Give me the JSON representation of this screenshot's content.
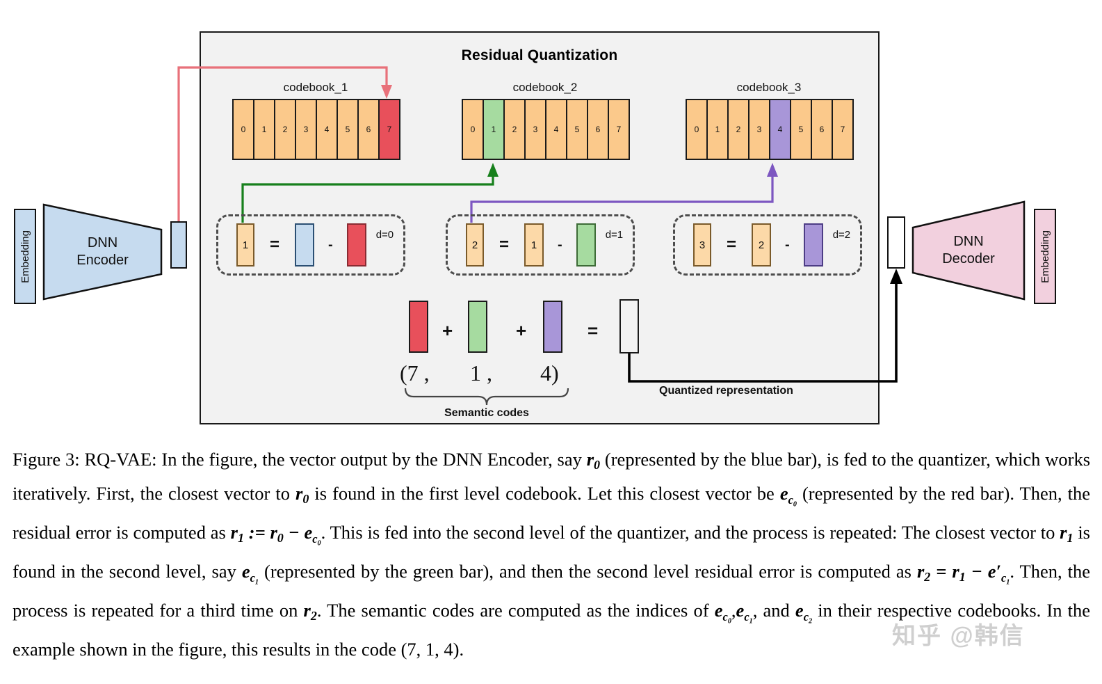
{
  "figure": {
    "panel_title": "Residual Quantization",
    "encoder": {
      "label": "DNN\nEncoder",
      "line1": "DNN",
      "line2": "Encoder",
      "embedding_label": "Embedding"
    },
    "decoder": {
      "label": "DNN\nDecoder",
      "line1": "DNN",
      "line2": "Decoder",
      "embedding_label": "Embedding"
    },
    "codebooks": [
      {
        "name": "codebook_1",
        "cells": [
          "0",
          "1",
          "2",
          "3",
          "4",
          "5",
          "6",
          "7"
        ],
        "selected_index": 7,
        "highlight_color": "#e8505b"
      },
      {
        "name": "codebook_2",
        "cells": [
          "0",
          "1",
          "2",
          "3",
          "4",
          "5",
          "6",
          "7"
        ],
        "selected_index": 1,
        "highlight_color": "#a6dba0"
      },
      {
        "name": "codebook_3",
        "cells": [
          "0",
          "1",
          "2",
          "3",
          "4",
          "5",
          "6",
          "7"
        ],
        "selected_index": 4,
        "highlight_color": "#a896d8"
      }
    ],
    "residual_boxes": [
      {
        "result_label": "1",
        "equals": "=",
        "minuend_label": "",
        "minus": "-",
        "subtrahend_label": "",
        "depth": "d=0",
        "minuend_color": "#c6dbef",
        "subtrahend_color": "#e8505b",
        "result_color": "#fcd9a8"
      },
      {
        "result_label": "2",
        "equals": "=",
        "minuend_label": "1",
        "minus": "-",
        "subtrahend_label": "",
        "depth": "d=1",
        "minuend_color": "#fcd9a8",
        "subtrahend_color": "#a6dba0",
        "result_color": "#fcd9a8"
      },
      {
        "result_label": "3",
        "equals": "=",
        "minuend_label": "2",
        "minus": "-",
        "subtrahend_label": "",
        "depth": "d=2",
        "minuend_color": "#fcd9a8",
        "subtrahend_color": "#a896d8",
        "result_color": "#fcd9a8"
      }
    ],
    "sum_row": {
      "plus1": "+",
      "plus2": "+",
      "equals": "=",
      "bar_colors": [
        "#e8505b",
        "#a6dba0",
        "#a896d8",
        "#f9a council"
      ],
      "code_text": "(7 ,      1 ,      4)",
      "code_parts": [
        "(7 ,",
        "1 ,",
        "4)"
      ],
      "semantic_codes_label": "Semantic codes",
      "quantized_representation_label": "Quantized representation"
    },
    "colors": {
      "panel_bg": "#f2f2f2",
      "encoder_blue": "#c6dbef",
      "decoder_pink": "#f2d0de",
      "codebook_orange": "#fbc98b",
      "residual_orange": "#fcd9a8",
      "quantized_orange": "#f9a council",
      "red": "#e8505b",
      "green": "#a6dba0",
      "purple": "#a896d8",
      "arrow_red": "#e8717a",
      "arrow_green": "#17801c",
      "arrow_purple": "#7d57c1",
      "arrow_black": "#000000"
    }
  },
  "caption": {
    "prefix": "Figure 3:",
    "title": "RQ-VAE:",
    "line_1a": "In the figure, the vector output by the DNN Encoder, say",
    "r0_a": "r",
    "r0_sub": "0",
    "line_1b": "(represented by the blue bar), is fed to the quantizer, which works iteratively. First, the closest vector to",
    "line_1c": "is found in the first level codebook. Let this closest vector be",
    "ec0": "e",
    "ec0_sub": "c₀",
    "line_2a": "(represented by the red bar). Then, the residual error is computed as",
    "eq1": "r₁ := r₀ − e",
    "line_2b": ". This is fed into the second level of the quantizer, and the process is repeated: The closest vector to",
    "line_2c": "is found in the second level, say",
    "ec1": "e",
    "ec1_sub": "c₁",
    "line_3a": "(represented by the green bar), and then the second level residual error is computed as",
    "eq2": "r₂ = r₁ − e′",
    "line_3b": ". Then, the process is repeated for a third time on",
    "r2": "r₂",
    "line_3c": ". The semantic codes are computed as the indices of",
    "ec_list": "e",
    "line_4a": ", and",
    "line_4b": "in their respective codebooks. In the example shown in the figure, this results in the code",
    "code_final": "(7, 1, 4)",
    "period": "."
  },
  "watermark": {
    "text": "知乎 @韩信"
  }
}
